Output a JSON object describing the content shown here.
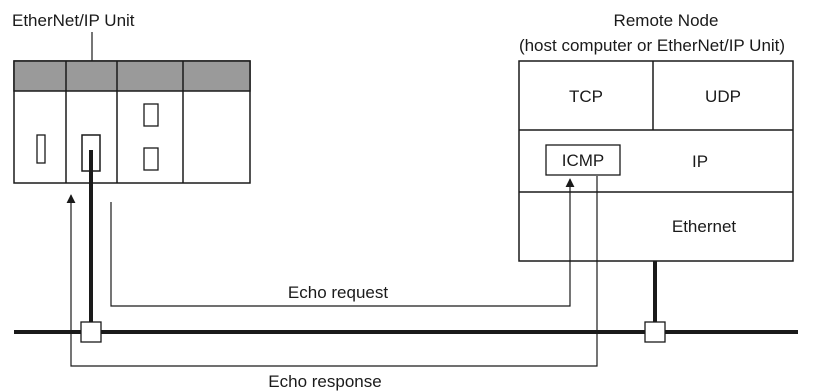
{
  "labels": {
    "unit": "EtherNet/IP Unit",
    "remote_title": "Remote Node",
    "remote_subtitle": "(host computer or EtherNet/IP Unit)",
    "tcp": "TCP",
    "udp": "UDP",
    "icmp": "ICMP",
    "ip": "IP",
    "ethernet": "Ethernet",
    "echo_request": "Echo request",
    "echo_response": "Echo response"
  },
  "colors": {
    "line": "#1a1a1a",
    "plc_header": "#9a9a9a",
    "background": "#ffffff"
  }
}
